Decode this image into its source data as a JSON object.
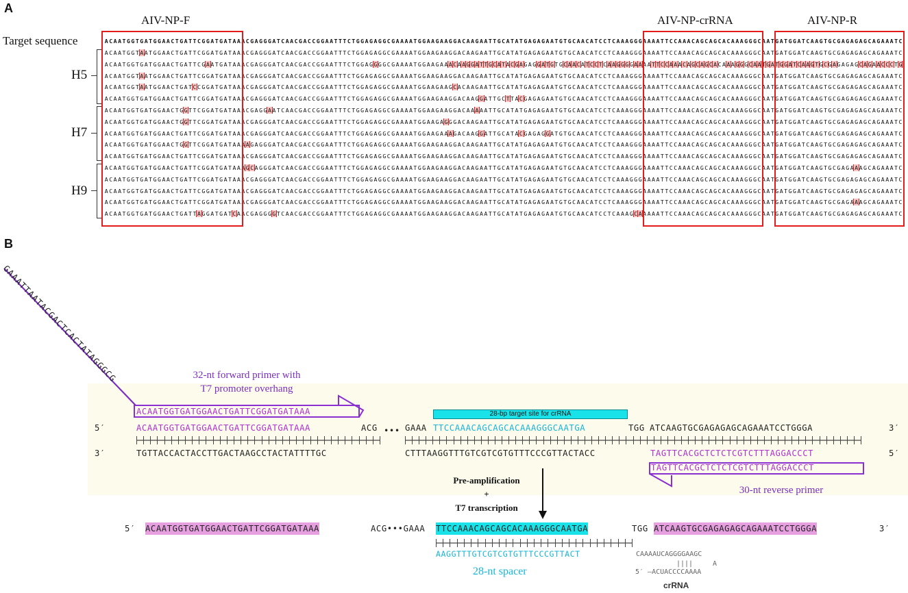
{
  "panel_a": {
    "letter": "A",
    "headers": {
      "forward": "AIV-NP-F",
      "crrna": "AIV-NP-crRNA",
      "reverse": "AIV-NP-R"
    },
    "target_label": "Target sequence",
    "target_seq": "ACAATGGTGATGGAACTGATTCGGATGATAAACGAGGGATCAACGACCGGAATTTCTGGAGAGGCGAAAATGGAAGAAGGACAAGAATTGCATATGAGAGAATGTGCAACATCCTCAAAGGGAAAATTCCAAACAGCAGCACAAAGGGCAATGATGGATCAAGTGCGAGAGAGCAGAAATCCTGGGA",
    "groups": [
      {
        "label": "H5",
        "rows": [
          "ACAATGGTAATGGAACTGATTCGGATGATAAACGAGGGATCAACGACCGGAATTTCTGGAGAGGCGAAAATGGAAGAAGGACAAGAATTGCATATGAGAGAATGTGCAACATCCTCAAAGGGAAAATTCCAAACAGCAGCACAAAGGGCAATGATGGATCAAGTGCGAGAGAGCAGAAATCCTGGGA",
          "ACAATGGTGATGGAACTGATTCGAATGATAAACGAGGGATCAACGACCGGAATTTCTGGAGGGGCGAAAATGGAAGAAACAAGGATTGCATACGAGAGGATGTGCAACATCCTCAAGGGGAAAATTCCAAACAGCAGCACAAAGGGCAATGATGGATCAAGTGCGAGAGAGCAGAACCCTGGGA",
          "ACAATGGTAATGGAACTGATTCGGATGATAAACGAGGGATCAACGACCGGAATTTCTGGAGAGGCGAAAATGGAAGAAGGACAAGAATTGCATATGAGAGAATGTGCAACATCCTCAAAGGGAAAATTCCAAACAGCAGCACAAAGGGCAATGATGGATCAAGTGCGAGAGAGCAGAAATCCTGGGA",
          "ACAATGGTAATGGAACTGATCCGGATGATAAACGAGGGATCAACGACCGGAATTTCTGGAGAGGCGAAAATGGAAGAAGCACAAGAATTGCATATGAGAGAATGTGCAACATCCTCAAAGGGAAAATTCCAAACAGCAGCACAAAGGGCAATGATGGATCAAGTGCGAGAGAGCAGAAATCCTGGGA",
          "ACAATGGTGATGGAACTGATTCGGATGATAAACGAGGGATCAACGACCGGAATTTCTGGAGAGGCGAAAATGGAAGAAGGACAAGGATTGCTTACGAGAGAATGTGCAACATCCTCAAAGGGAAAATTCCAAACAGCAGCACAAAGGGCAATGATGGATCAAGTGCGAGAGAGCAGAAATCCTGGGA"
        ]
      },
      {
        "label": "H7",
        "rows": [
          "ACAATGGTGATGGAACTGGTTCGGATGATAAACGAGGAATCAACGACCGGAATTTCTGGAGAGGCGAAAATGGAAGAAGGACAAAAATTGCATATGAGAGAATGTGCAACATCCTCAAAGGGAAAATTCCAAACAGCAGCACAAAGGGCAATGATGGATCAAGTGCGAGAGAGCAGAAATCCTGGGA",
          "ACAATGGTGATGGAACTGGTTCGGATGATAAACGAGGGATCAACGACCGGAATTTCTGGAGAGGCGAAAATGGAAGAGGGACAAGAATTGCATATGAGAGAATGTGCAACATCCTCAAAGGGAAAATTCCAAACAGCAGCACAAAGGGCAATGATGGATCAAGTGCGAGAGAGCAGAAATCCTGGGA",
          "ACAATGGTGATGGAACTGATTCGGATGATAAACGAGGGATCAACGACCGGAATTTCTGGAGAGGCGAAAATGGAAGAAAGACAAGGATTGCATACGAGAGGATGTGCAACATCCTCAAAGGGAAAATTCCAAACAGCAGCACAAAGGGCAATGATGGATCAAGTGCGAGAGAGCAGAAATCCTGGGA",
          "ACAATGGTGATGGAACTGGTTCGGATGATAAAAGAGGGATCAACGACCGGAATTTCTGGAGAGGCGAAAATGGAAGAAGGACAAGAATTGCATATGAGAGAATGTGCAACATCCTCAAAGGGAAAATTCCAAACAGCAGCACAAAGGGCAATGATGGATCAAGTGCGAGAGAGCAGAAATCCTGGGA",
          "ACAATGGTGATGGAACTGATTCGGATGATAAACGAGGGATCAACGACCGGAATTTCTGGAGAGGCGAAAATGGAAGAAGGACAAGAATTGCATATGAGAGAATGTGCAACATCCTCAAAGGGAAAATTCCAAACAGCAGCACAAAGGGCAATGATGGATCAAGTGCGAGAGAGCAGAAATCCTGGGA"
        ]
      },
      {
        "label": "H9",
        "rows": [
          "ACAATGGTGATGGAACTGATTCGGATGATAAAGCAGGGATCAACGACCGGAATTTCTGGAGAGGCGAAAATGGAAGAAGGACAAGAATTGCATATGAGAGAATGTGCAACATCCTCAAAGGGAAAATTCCAAACAGCAGCACAAAGGGCAATGATGGATCAAGTGCGAGAAAGCAGAAATCCTGGGA",
          "ACAATGGTGATGGAACTGATTCGGATGATAAACGAGGGATCAACGACCGGAATTTCTGGAGAGGCGAAAATGGAAGAAGGACAAGAATTGCATATGAGAGAATGTGCAACATCCTCAAAGGGAAAATTCCAAACAGCAGCACAAAGGGCAATGATGGATCAAGTGCGAGAGAGCAGAAATCCTGGGA",
          "ACAATGGTGATGGAACTGATTCGGATGATAAACGAGGGATCAACGACCGGAATTTCTGGAGAGGCGAAAATGGAAGAAGGACAAGAATTGCATATGAGAGAATGTGCAACATCCTCAAAGGGAAAATTCCAAACAGCAGCACAAAGGGCAATGATGGATCAAGTGCGAGAGAGCAGAAATCCTGGGA",
          "ACAATGGTGATGGAACTGATTCGGATGATAAACGAGGGATCAACGACCGGAATTTCTGGAGAGGCGAAAATGGAAGAAGGACAAGAATTGCATATGAGAGAATGTGCAACATCCTCAAAGGGAAAATTCCAAACAGCAGCACAAAGGGCAATGATGGATCAAGTGCGAGAAAGCAGAAATCCTGGGA",
          "ACAATGGTGATGGAACTGATTAGGATGATCAACGAGGGGTCAACGACCGGAATTTCTGGAGAGGCGAAAATGGAAGAAGGACAAGAATTGCATATGAGAGAATGTGCAACATCCTCAAAGCAAAAATTCCAAACAGCAGCACAAAGGGCAATGATGGATCAAGTGCGAGAGAGCAGAAATCCTGGGA"
        ]
      }
    ]
  },
  "panel_b": {
    "letter": "B",
    "t7_overhang": "GAAATTAATACGACTCACTATAGGGCG",
    "fwd_primer_caption_1": "32-nt forward primer with",
    "fwd_primer_caption_2": "T7 promoter overhang",
    "fwd_primer_seq": "ACAATGGTGATGGAACTGATTCGGATGATAAA",
    "target_site_label": "28-bp target site for crRNA",
    "top_strand": {
      "five": "5′",
      "seg1_primer": "ACAATGGTGATGGAACTGATTCGGATGATAAA",
      "seg1_tail": "ACG",
      "dots": "•••",
      "seg2_head": "GAAA",
      "seg2_target": "TTCCAAACAGCAGCACAAAGGGCAATGA",
      "seg2_mid": "TGG",
      "seg2_rev": "ATCAAGTGCGAGAGAGCAGAAATCCTGGGA",
      "three": "3′"
    },
    "bottom_strand": {
      "three": "3′",
      "seg1": "TGTTACCACTACCTTGACTAAGCCTACTATTTTGC",
      "seg2_head": "CTTTAAGGTTTGTCGTCGTGTTTCCCGTTACTACC",
      "seg2_rev": "TAGTTCACGCTCTCTCGTCTTTAGGACCCT",
      "five": "5′"
    },
    "rev_primer_seq": "TAGTTCACGCTCTCTCGTCTTTAGGACCCT",
    "rev_primer_caption": "30-nt reverse primer",
    "step_label_1": "Pre-amplification",
    "step_label_2": "+",
    "step_label_3": "T7 transcription",
    "product": {
      "five": "5′",
      "fwd": "ACAATGGTGATGGAACTGATTCGGATGATAAA",
      "gap": "ACG•••GAAA",
      "target": "TTCCAAACAGCAGCACAAAGGGCAATGA",
      "mid": "TGG",
      "rev": "ATCAAGTGCGAGAGAGCAGAAATCCTGGGA",
      "three": "3′"
    },
    "spacer_seq": "AAGGTTTGTCGTCGTGTTTCCCGTTACT",
    "repeat_top": "CAAAAUCAGGGGAAGC",
    "repeat_pairs": "||||",
    "repeat_loop": "A",
    "repeat_bottom": "5′ –ACUACCCCAAAA",
    "spacer_caption": "28-nt spacer",
    "crrna_caption": "crRNA"
  },
  "colors": {
    "red_box": "#e21b1b",
    "purple": "#b030d0",
    "cyan": "#16b6d8",
    "highlight_magenta": "#e6a0e0",
    "highlight_cyan": "#19e3e9",
    "panel_bg": "#fdfbec"
  }
}
